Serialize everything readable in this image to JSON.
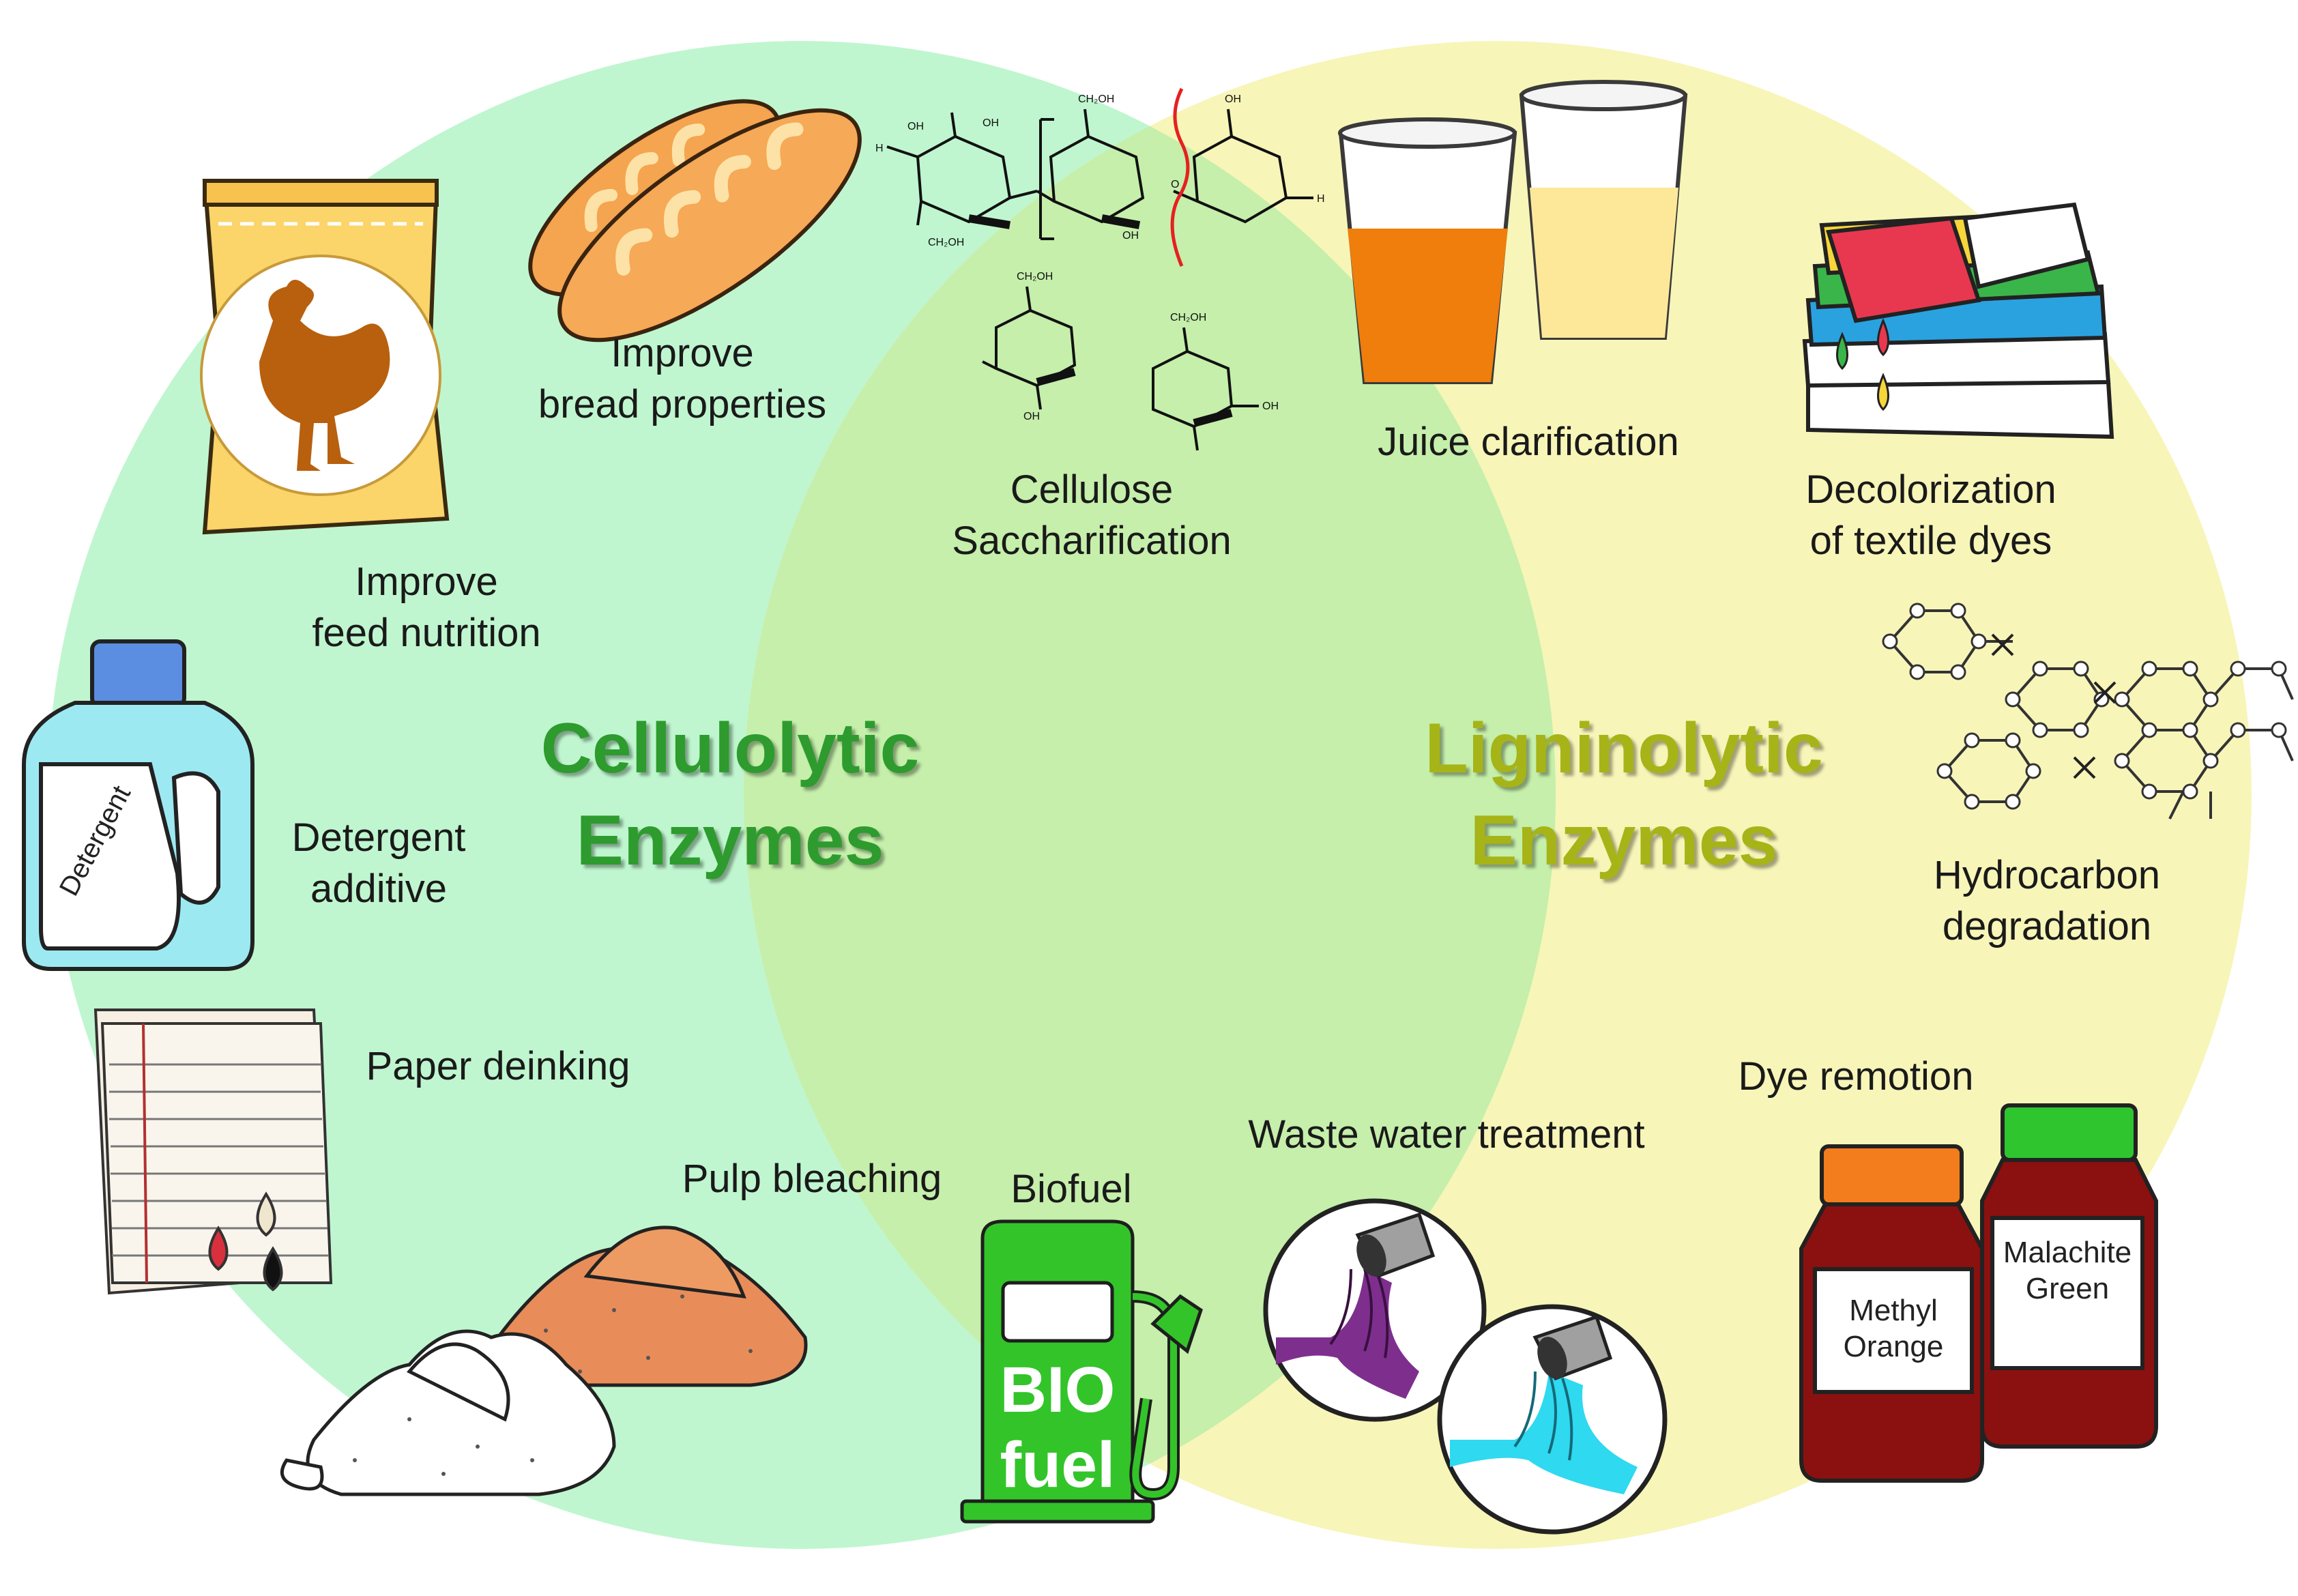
{
  "colors": {
    "cellulolytic_circle": "#bff6cf",
    "ligninolytic_circle": "#f7f5b8",
    "overlap": "#c5efab",
    "cellulolytic_text": "#2e9b2e",
    "ligninolytic_text": "#a6b418",
    "biofuel_green": "#33c42a"
  },
  "groups": {
    "cellulolytic": {
      "line1": "Cellulolytic",
      "line2": "Enzymes"
    },
    "ligninolytic": {
      "line1": "Ligninolytic",
      "line2": "Enzymes"
    }
  },
  "applications": {
    "bread": {
      "line1": "Improve",
      "line2": "bread properties",
      "icon": "bread-icon"
    },
    "feed": {
      "line1": "Improve",
      "line2": "feed nutrition",
      "icon": "feed-bag-icon"
    },
    "cellulose": {
      "line1": "Cellulose",
      "line2": "Saccharification",
      "icon": "glucose-molecule-icon"
    },
    "juice": {
      "label": "Juice clarification",
      "icon": "juice-glasses-icon"
    },
    "textile": {
      "line1": "Decolorization",
      "line2": "of textile dyes",
      "icon": "textiles-icon"
    },
    "hydrocarbon": {
      "line1": "Hydrocarbon",
      "line2": "degradation",
      "icon": "hydrocarbon-rings-icon"
    },
    "detergent": {
      "line1": "Detergent",
      "line2": "additive",
      "icon": "detergent-bottle-icon",
      "bottle_label": "Detergent"
    },
    "paper": {
      "label": "Paper deinking",
      "icon": "paper-stack-icon"
    },
    "pulp": {
      "label": "Pulp bleaching",
      "icon": "pulp-piles-icon"
    },
    "biofuel": {
      "label": "Biofuel",
      "icon": "fuel-pump-icon",
      "pump_line1": "BIO",
      "pump_line2": "fuel"
    },
    "wastewater": {
      "label": "Waste water treatment",
      "icon": "wastewater-pipes-icon"
    },
    "dye": {
      "label": "Dye remotion",
      "icon": "dye-jars-icon",
      "jar1_line1": "Methyl",
      "jar1_line2": "Orange",
      "jar2_line1": "Malachite",
      "jar2_line2": "Green"
    }
  },
  "molecule_atoms": {
    "oh": "OH",
    "h": "H",
    "ch2oh": "CH₂OH",
    "o": "O"
  }
}
